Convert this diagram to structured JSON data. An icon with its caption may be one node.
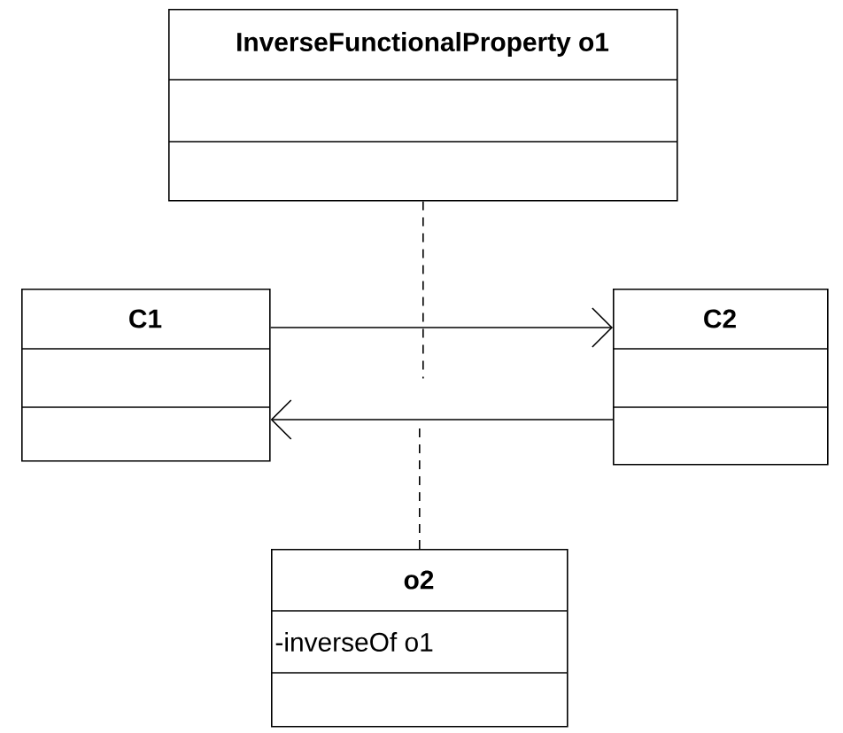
{
  "diagram": {
    "nodes": [
      {
        "text": [
          "InverseFunctionalProperty o1"
        ]
      },
      {
        "text": [
          "C1"
        ]
      },
      {
        "text": [
          "C2"
        ]
      },
      {
        "text": [
          "o2",
          "-inverseOf o1"
        ]
      }
    ],
    "edges": [
      {
        "from": 1,
        "to": 2,
        "arrow": "to"
      },
      {
        "from": 2,
        "to": 1,
        "arrow": "to"
      },
      {
        "from": 0,
        "to": null,
        "arrow": "none",
        "style": "dashed"
      },
      {
        "from": 3,
        "to": null,
        "arrow": "none",
        "style": "dashed"
      }
    ]
  }
}
